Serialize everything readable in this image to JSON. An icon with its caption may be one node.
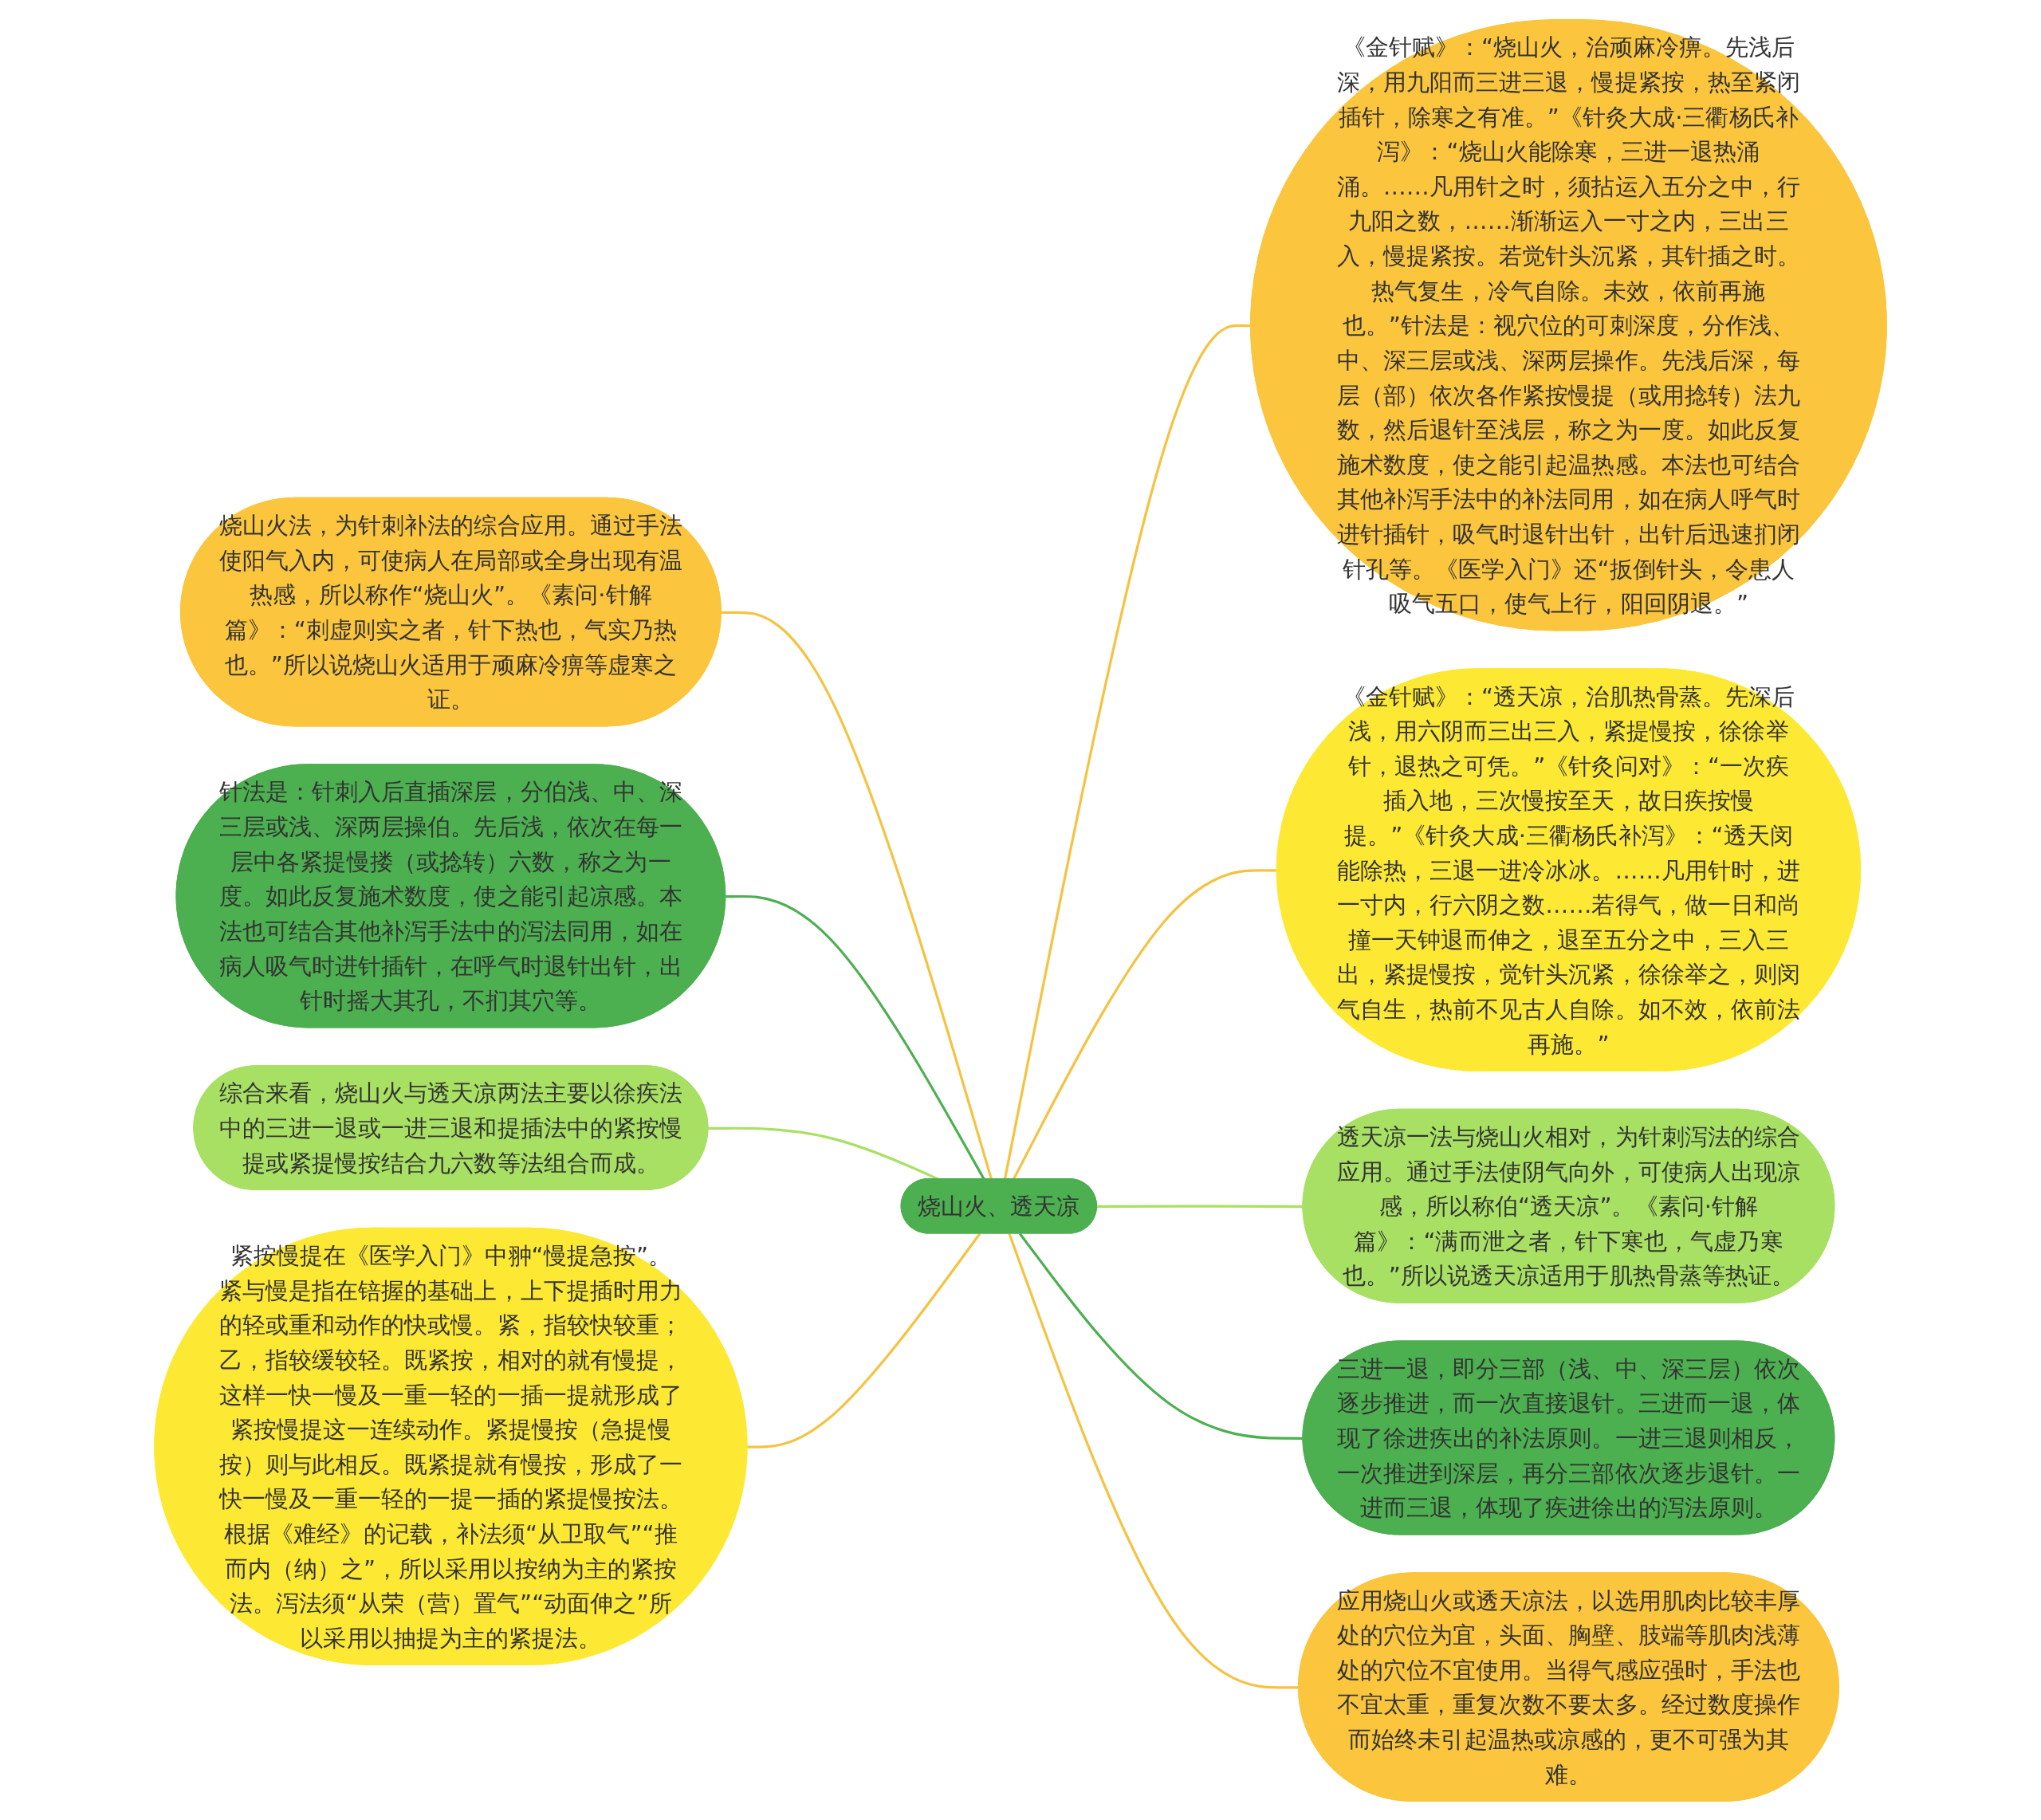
{
  "diagram": {
    "nodes": [
      {
        "text": [
          "烧山火、透天凉"
        ]
      },
      {
        "text": [
          "烧山火法，为针刺补法的综合应用。通过手法使阳气入内，可使病人在局部或全身出现有温热感，所以称作“烧山火”。《素问·针解篇》：“刺虚则实之者，针下热也，气实乃热也。”所以说烧山火适用于顽麻冷痹等虚寒之证。"
        ]
      },
      {
        "text": [
          "针法是：针刺入后直插深层，分伯浅、中、深三层或浅、深两层操伯。先后浅，依次在每一层中各紧提慢搂（或捻转）六数，称之为一度。如此反复施术数度，使之能引起凉感。本法也可结合其他补泻手法中的泻法同用，如在病人吸气时进针插针，在呼气时退针出针，出针时摇大其孔，不扪其穴等。"
        ]
      },
      {
        "text": [
          "综合来看，烧山火与透天凉两法主要以徐疾法中的三进一退或一进三退和提插法中的紧按慢提或紧提慢按结合九六数等法组合而成。"
        ]
      },
      {
        "text": [
          "紧按慢提在《医学入门》中翀“慢提急按”。紧与慢是指在锫握的基础上，上下提插时用力的轻或重和动作的快或慢。紧，指较快较重；乙，指较缓较轻。既紧按，相对的就有慢提，这样一快一慢及一重一轻的一插一提就形成了紧按慢提这一连续动作。紧提慢按（急提慢按）则与此相反。既紧提就有慢按，形成了一快一慢及一重一轻的一提一插的紧提慢按法。根据《难经》的记载，补法须“从卫取气”“推而内（纳）之”，所以采用以按纳为主的紧按法。泻法须“从荣（营）置气”“动面伸之”所以采用以抽提为主的紧提法。"
        ]
      },
      {
        "text": [
          "《金针赋》：“烧山火，治顽麻冷痹。先浅后深，用九阳而三进三退，慢提紧按，热至紧闭插针，除寒之有准。”《针灸大成·三衢杨氏补泻》：“烧山火能除寒，三进一退热涌涌。……凡用针之时，须拈运入五分之中，行九阳之数，……渐渐运入一寸之内，三出三入，慢提紧按。若觉针头沉紧，其针插之时。热气复生，冷气自除。未效，依前再施也。”针法是：视穴位的可刺深度，分作浅、中、深三层或浅、深两层操作。先浅后深，每层（部）依次各作紧按慢提（或用捻转）法九数，然后退针至浅层，称之为一度。如此反复施术数度，使之能引起温热感。本法也可结合其他补泻手法中的补法同用，如在病人呼气时进针插针，吸气时退针出针，出针后迅速扪闭针孔等。《医学入门》还“扳倒针头，令患人吸气五口，使气上行，阳回阴退。”"
        ]
      },
      {
        "text": [
          "《金针赋》：“透天凉，治肌热骨蒸。先深后浅，用六阴而三出三入，紧提慢按，徐徐举针，退热之可凭。”《针灸问对》：“一次疾插入地，三次慢按至天，故日疾按慢提。”《针灸大成·三衢杨氏补泻》：“透天闵能除热，三退一进冷冰冰。……凡用针时，进一寸内，行六阴之数……若得气，做一日和尚撞一天钟退而伸之，退至五分之中，三入三出，紧提慢按，觉针头沉紧，徐徐举之，则闵气自生，热前不见古人自除。如不效，依前法再施。”"
        ]
      },
      {
        "text": [
          "透天凉一法与烧山火相对，为针刺泻法的综合应用。通过手法使阴气向外，可使病人出现凉感，所以称伯“透天凉”。《素问·针解篇》：“满而泄之者，针下寒也，气虚乃寒也。”所以说透天凉适用于肌热骨蒸等热证。"
        ]
      },
      {
        "text": [
          "三进一退，即分三部（浅、中、深三层）依次逐步推进，而一次直接退针。三进而一退，体现了徐进疾出的补法原则。一进三退则相反，一次推进到深层，再分三部依次逐步退针。一进而三退，体现了疾进徐出的泻法原则。"
        ]
      },
      {
        "text": [
          "应用烧山火或透天凉法，以选用肌肉比较丰厚处的穴位为宜，头面、胸壁、肢端等肌肉浅薄处的穴位不宜使用。当得气感应强时，手法也不宜太重，重复次数不要太多。经过数度操作而始终未引起温热或凉感的，更不可强为其难。"
        ]
      }
    ],
    "edges": [
      {
        "from": 1,
        "to": 0,
        "arrow": "none"
      },
      {
        "from": 2,
        "to": 0,
        "arrow": "none",
        "color": "#4caf50"
      },
      {
        "from": 3,
        "to": 0,
        "arrow": "none",
        "color": "#a8e063"
      },
      {
        "from": 4,
        "to": 0,
        "arrow": "none"
      },
      {
        "from": 0,
        "to": 5,
        "arrow": "none"
      },
      {
        "from": 0,
        "to": 6,
        "arrow": "none"
      },
      {
        "from": 0,
        "to": 7,
        "arrow": "none",
        "color": "#a8e063"
      },
      {
        "from": 0,
        "to": 8,
        "arrow": "none",
        "color": "#4caf50"
      },
      {
        "from": 0,
        "to": 9,
        "arrow": "none"
      }
    ]
  }
}
